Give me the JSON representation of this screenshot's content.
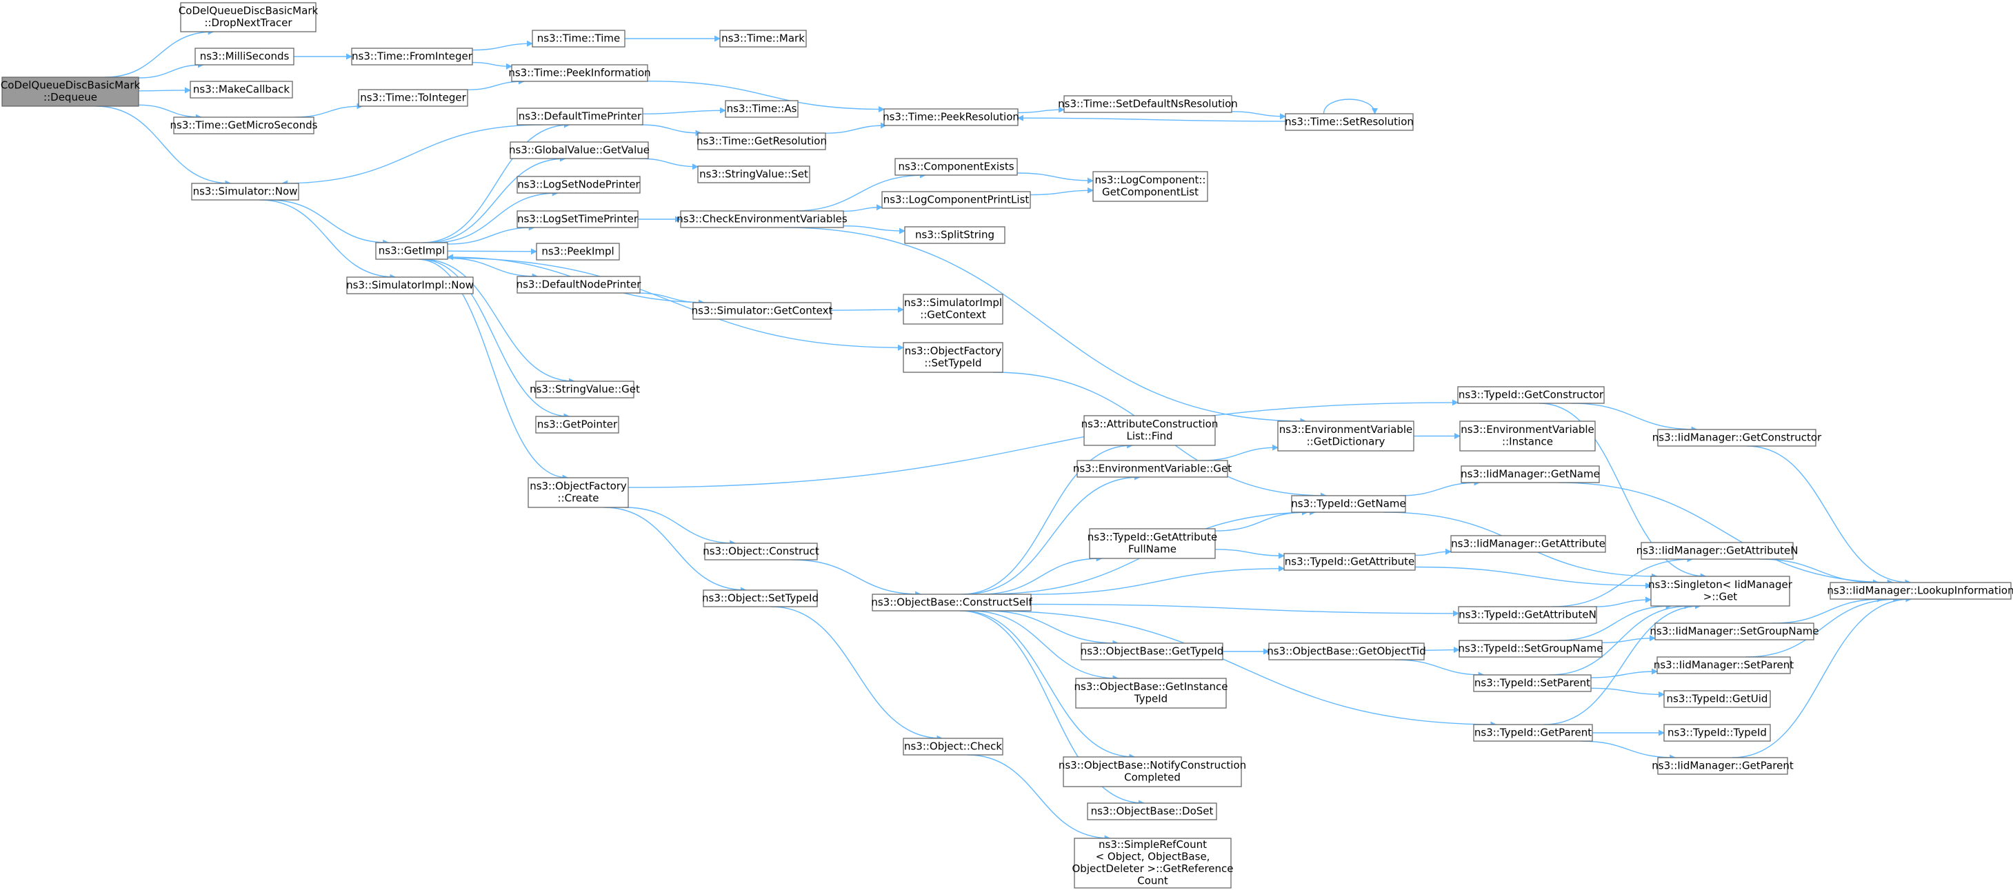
{
  "graph": {
    "accent_color": "#63b8ff",
    "root_fill": "#999999",
    "nodes": [
      {
        "id": "root",
        "lines": [
          "CoDelQueueDiscBasicMark",
          "::Dequeue"
        ],
        "root": true
      },
      {
        "id": "dropNextTracer",
        "lines": [
          "CoDelQueueDiscBasicMark",
          "::DropNextTracer"
        ]
      },
      {
        "id": "milliSeconds",
        "lines": [
          "ns3::MilliSeconds"
        ]
      },
      {
        "id": "makeCallback",
        "lines": [
          "ns3::MakeCallback"
        ]
      },
      {
        "id": "getMicroSeconds",
        "lines": [
          "ns3::Time::GetMicroSeconds"
        ]
      },
      {
        "id": "simNow",
        "lines": [
          "ns3::Simulator::Now"
        ]
      },
      {
        "id": "fromInteger",
        "lines": [
          "ns3::Time::FromInteger"
        ]
      },
      {
        "id": "toInteger",
        "lines": [
          "ns3::Time::ToInteger"
        ]
      },
      {
        "id": "getImpl",
        "lines": [
          "ns3::GetImpl"
        ]
      },
      {
        "id": "simImplNow",
        "lines": [
          "ns3::SimulatorImpl::Now"
        ]
      },
      {
        "id": "timeTime",
        "lines": [
          "ns3::Time::Time"
        ]
      },
      {
        "id": "peekInformation",
        "lines": [
          "ns3::Time::PeekInformation"
        ]
      },
      {
        "id": "defaultTimePrinter",
        "lines": [
          "ns3::DefaultTimePrinter"
        ]
      },
      {
        "id": "globalValueGetValue",
        "lines": [
          "ns3::GlobalValue::GetValue"
        ]
      },
      {
        "id": "logSetNodePrinter",
        "lines": [
          "ns3::LogSetNodePrinter"
        ]
      },
      {
        "id": "logSetTimePrinter",
        "lines": [
          "ns3::LogSetTimePrinter"
        ]
      },
      {
        "id": "peekImpl",
        "lines": [
          "ns3::PeekImpl"
        ]
      },
      {
        "id": "defaultNodePrinter",
        "lines": [
          "ns3::DefaultNodePrinter"
        ]
      },
      {
        "id": "stringValueGet",
        "lines": [
          "ns3::StringValue::Get"
        ]
      },
      {
        "id": "getPointer",
        "lines": [
          "ns3::GetPointer"
        ]
      },
      {
        "id": "objectFactoryCreate",
        "lines": [
          "ns3::ObjectFactory",
          "::Create"
        ]
      },
      {
        "id": "timeMark",
        "lines": [
          "ns3::Time::Mark"
        ]
      },
      {
        "id": "timeAs",
        "lines": [
          "ns3::Time::As"
        ]
      },
      {
        "id": "timeGetResolution",
        "lines": [
          "ns3::Time::GetResolution"
        ]
      },
      {
        "id": "stringValueSet",
        "lines": [
          "ns3::StringValue::Set"
        ]
      },
      {
        "id": "checkEnvVars",
        "lines": [
          "ns3::CheckEnvironmentVariables"
        ]
      },
      {
        "id": "simGetContext",
        "lines": [
          "ns3::Simulator::GetContext"
        ]
      },
      {
        "id": "objectConstruct",
        "lines": [
          "ns3::Object::Construct"
        ]
      },
      {
        "id": "objectSetTypeId",
        "lines": [
          "ns3::Object::SetTypeId"
        ]
      },
      {
        "id": "objectBaseConstructSelf",
        "lines": [
          "ns3::ObjectBase::ConstructSelf"
        ]
      },
      {
        "id": "timePeekResolution",
        "lines": [
          "ns3::Time::PeekResolution"
        ]
      },
      {
        "id": "componentExists",
        "lines": [
          "ns3::ComponentExists"
        ]
      },
      {
        "id": "logComponentPrintList",
        "lines": [
          "ns3::LogComponentPrintList"
        ]
      },
      {
        "id": "splitString",
        "lines": [
          "ns3::SplitString"
        ]
      },
      {
        "id": "simImplGetContext",
        "lines": [
          "ns3::SimulatorImpl",
          "::GetContext"
        ]
      },
      {
        "id": "objectFactorySetTypeId",
        "lines": [
          "ns3::ObjectFactory",
          "::SetTypeId"
        ]
      },
      {
        "id": "objectCheck",
        "lines": [
          "ns3::Object::Check"
        ]
      },
      {
        "id": "timeSetDefaultNsResolution",
        "lines": [
          "ns3::Time::SetDefaultNsResolution"
        ]
      },
      {
        "id": "timeSetResolution",
        "lines": [
          "ns3::Time::SetResolution"
        ]
      },
      {
        "id": "logComponentGetComponentList",
        "lines": [
          "ns3::LogComponent::",
          "GetComponentList"
        ]
      },
      {
        "id": "attrConstructionListFind",
        "lines": [
          "ns3::AttributeConstruction",
          "List::Find"
        ]
      },
      {
        "id": "envVarGet",
        "lines": [
          "ns3::EnvironmentVariable::Get"
        ]
      },
      {
        "id": "typeIdGetAttributeFullName",
        "lines": [
          "ns3::TypeId::GetAttribute",
          "FullName"
        ]
      },
      {
        "id": "objectBaseGetTypeId",
        "lines": [
          "ns3::ObjectBase::GetTypeId"
        ]
      },
      {
        "id": "objectBaseGetInstanceTypeId",
        "lines": [
          "ns3::ObjectBase::GetInstance",
          "TypeId"
        ]
      },
      {
        "id": "objectBaseNotifyConstructionCompleted",
        "lines": [
          "ns3::ObjectBase::NotifyConstruction",
          "Completed"
        ]
      },
      {
        "id": "objectBaseDoSet",
        "lines": [
          "ns3::ObjectBase::DoSet"
        ]
      },
      {
        "id": "simpleRefCountGetRef",
        "lines": [
          "ns3::SimpleRefCount",
          "< Object, ObjectBase,",
          "ObjectDeleter >::GetReference",
          "Count"
        ]
      },
      {
        "id": "envVarGetDictionary",
        "lines": [
          "ns3::EnvironmentVariable",
          "::GetDictionary"
        ]
      },
      {
        "id": "typeIdGetName",
        "lines": [
          "ns3::TypeId::GetName"
        ]
      },
      {
        "id": "typeIdGetAttribute",
        "lines": [
          "ns3::TypeId::GetAttribute"
        ]
      },
      {
        "id": "objectBaseGetObjectTid",
        "lines": [
          "ns3::ObjectBase::GetObjectTid"
        ]
      },
      {
        "id": "envVarInstance",
        "lines": [
          "ns3::EnvironmentVariable",
          "::Instance"
        ]
      },
      {
        "id": "typeIdGetConstructor",
        "lines": [
          "ns3::TypeId::GetConstructor"
        ]
      },
      {
        "id": "typeIdGetAttributeN",
        "lines": [
          "ns3::TypeId::GetAttributeN"
        ]
      },
      {
        "id": "typeIdSetGroupName",
        "lines": [
          "ns3::TypeId::SetGroupName"
        ]
      },
      {
        "id": "typeIdSetParent",
        "lines": [
          "ns3::TypeId::SetParent"
        ]
      },
      {
        "id": "typeIdGetParent",
        "lines": [
          "ns3::TypeId::GetParent"
        ]
      },
      {
        "id": "iidGetConstructor",
        "lines": [
          "ns3::IidManager::GetConstructor"
        ]
      },
      {
        "id": "iidGetName",
        "lines": [
          "ns3::IidManager::GetName"
        ]
      },
      {
        "id": "iidGetAttribute",
        "lines": [
          "ns3::IidManager::GetAttribute"
        ]
      },
      {
        "id": "iidGetAttributeN",
        "lines": [
          "ns3::IidManager::GetAttributeN"
        ]
      },
      {
        "id": "singletonGet",
        "lines": [
          "ns3::Singleton< IidManager",
          ">::Get"
        ]
      },
      {
        "id": "iidSetGroupName",
        "lines": [
          "ns3::IidManager::SetGroupName"
        ]
      },
      {
        "id": "iidSetParent",
        "lines": [
          "ns3::IidManager::SetParent"
        ]
      },
      {
        "id": "typeIdGetUid",
        "lines": [
          "ns3::TypeId::GetUid"
        ]
      },
      {
        "id": "typeIdTypeId",
        "lines": [
          "ns3::TypeId::TypeId"
        ]
      },
      {
        "id": "iidGetParent",
        "lines": [
          "ns3::IidManager::GetParent"
        ]
      },
      {
        "id": "iidLookupInformation",
        "lines": [
          "ns3::IidManager::LookupInformation"
        ]
      }
    ]
  }
}
